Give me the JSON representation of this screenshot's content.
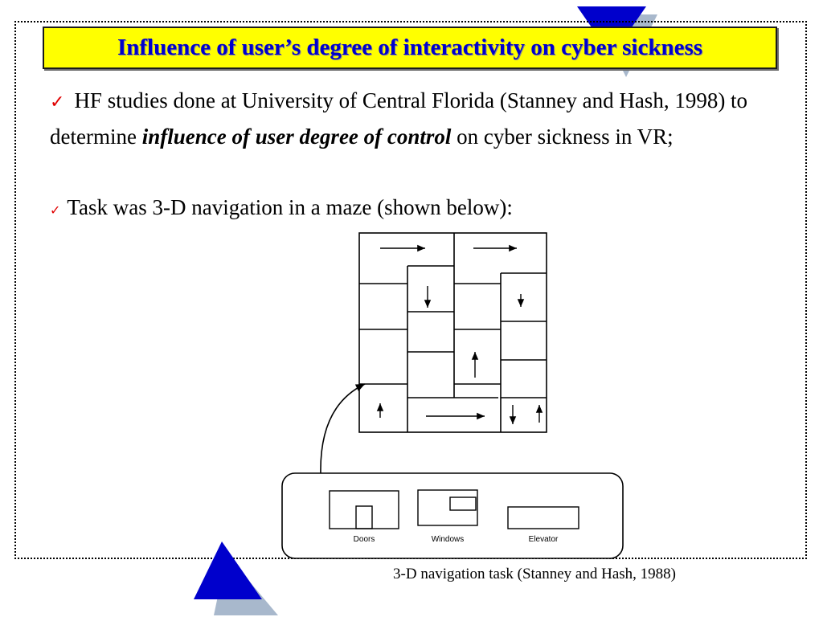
{
  "title": "Influence of user’s degree of interactivity on cyber sickness",
  "bullets": [
    {
      "check_icon": "check-icon",
      "text_before": "HF studies done at  University of Central Florida (Stanney and Hash, 1998) to determine ",
      "emphasis": "influence of user degree of control",
      "text_after": " on cyber sickness in VR;"
    },
    {
      "check_icon": "check-icon",
      "text": "Task was 3-D navigation in a maze (shown below):"
    }
  ],
  "figure": {
    "legend": {
      "doors": "Doors",
      "windows": "Windows",
      "elevator": "Elevator"
    },
    "caption": "3-D navigation task (Stanney and Hash, 1988)"
  },
  "colors": {
    "title_bg": "#ffff00",
    "title_text": "#0000cc",
    "check": "#e00000",
    "triangle_blue": "#0000cc",
    "triangle_shadow": "#a8b8cc"
  }
}
